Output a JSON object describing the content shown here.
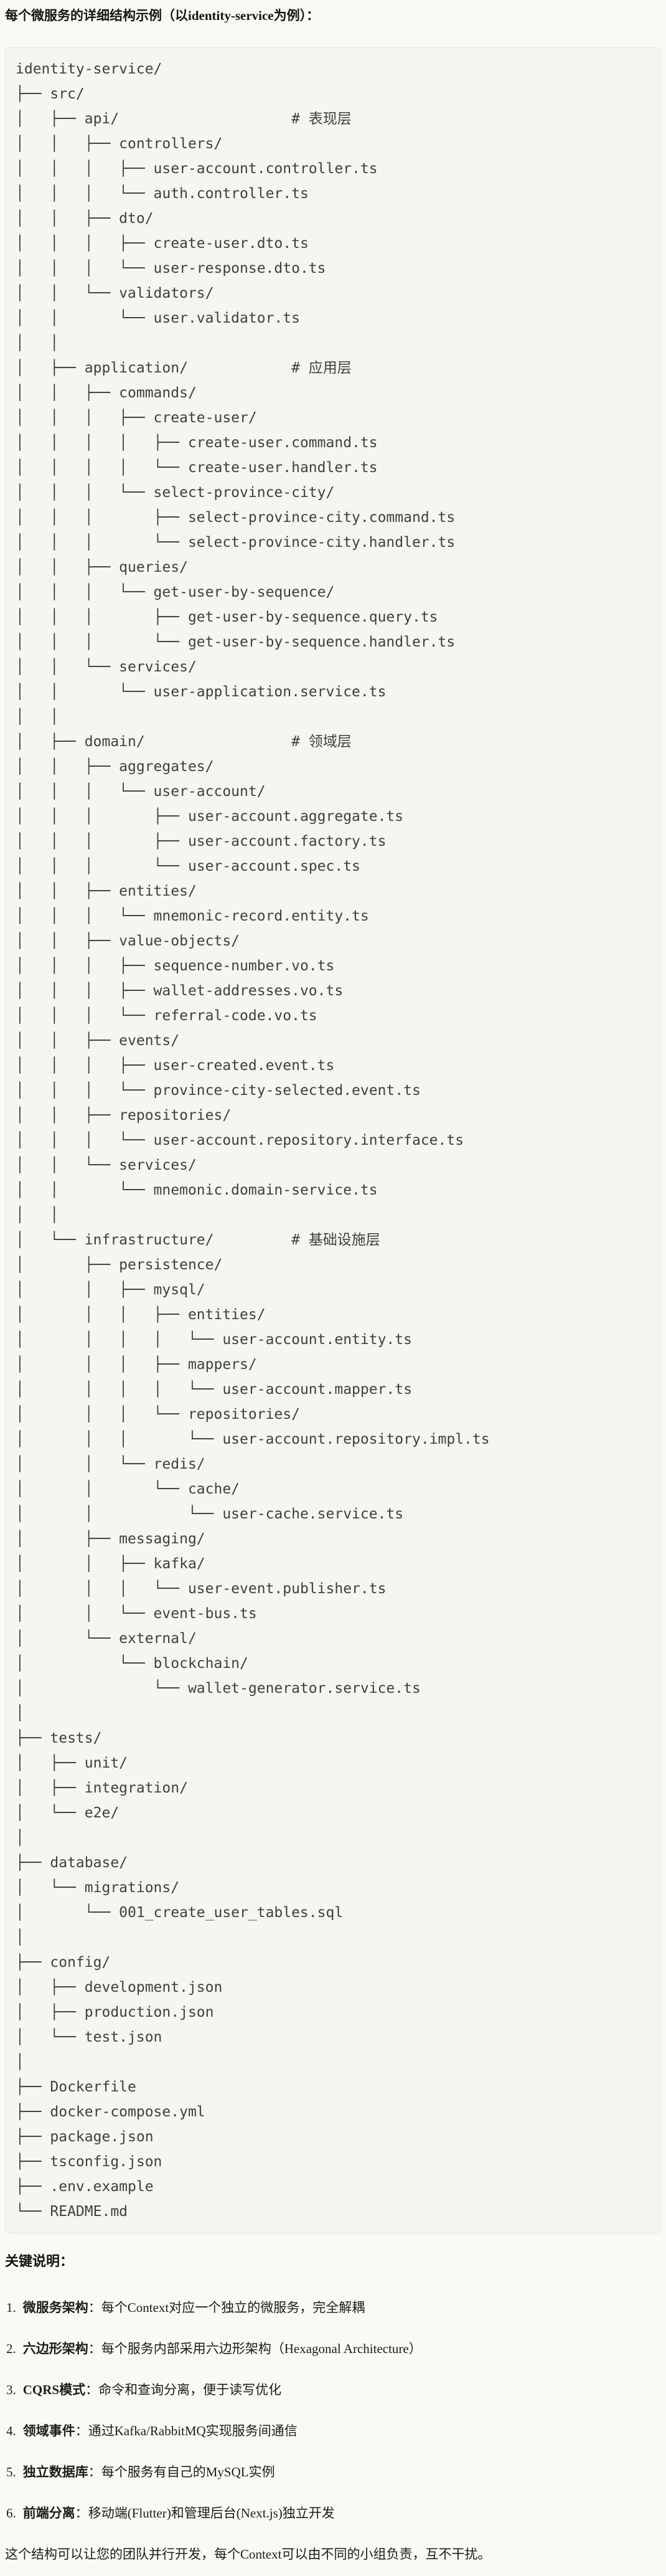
{
  "title": "每个微服务的详细结构示例（以identity-service为例）：",
  "tree": {
    "lines": [
      "identity-service/",
      "├── src/",
      "│   ├── api/                    # 表现层",
      "│   │   ├── controllers/",
      "│   │   │   ├── user-account.controller.ts",
      "│   │   │   └── auth.controller.ts",
      "│   │   ├── dto/",
      "│   │   │   ├── create-user.dto.ts",
      "│   │   │   └── user-response.dto.ts",
      "│   │   └── validators/",
      "│   │       └── user.validator.ts",
      "│   │",
      "│   ├── application/            # 应用层",
      "│   │   ├── commands/",
      "│   │   │   ├── create-user/",
      "│   │   │   │   ├── create-user.command.ts",
      "│   │   │   │   └── create-user.handler.ts",
      "│   │   │   └── select-province-city/",
      "│   │   │       ├── select-province-city.command.ts",
      "│   │   │       └── select-province-city.handler.ts",
      "│   │   ├── queries/",
      "│   │   │   └── get-user-by-sequence/",
      "│   │   │       ├── get-user-by-sequence.query.ts",
      "│   │   │       └── get-user-by-sequence.handler.ts",
      "│   │   └── services/",
      "│   │       └── user-application.service.ts",
      "│   │",
      "│   ├── domain/                 # 领域层",
      "│   │   ├── aggregates/",
      "│   │   │   └── user-account/",
      "│   │   │       ├── user-account.aggregate.ts",
      "│   │   │       ├── user-account.factory.ts",
      "│   │   │       └── user-account.spec.ts",
      "│   │   ├── entities/",
      "│   │   │   └── mnemonic-record.entity.ts",
      "│   │   ├── value-objects/",
      "│   │   │   ├── sequence-number.vo.ts",
      "│   │   │   ├── wallet-addresses.vo.ts",
      "│   │   │   └── referral-code.vo.ts",
      "│   │   ├── events/",
      "│   │   │   ├── user-created.event.ts",
      "│   │   │   └── province-city-selected.event.ts",
      "│   │   ├── repositories/",
      "│   │   │   └── user-account.repository.interface.ts",
      "│   │   └── services/",
      "│   │       └── mnemonic.domain-service.ts",
      "│   │",
      "│   └── infrastructure/         # 基础设施层",
      "│       ├── persistence/",
      "│       │   ├── mysql/",
      "│       │   │   ├── entities/",
      "│       │   │   │   └── user-account.entity.ts",
      "│       │   │   ├── mappers/",
      "│       │   │   │   └── user-account.mapper.ts",
      "│       │   │   └── repositories/",
      "│       │   │       └── user-account.repository.impl.ts",
      "│       │   └── redis/",
      "│       │       └── cache/",
      "│       │           └── user-cache.service.ts",
      "│       ├── messaging/",
      "│       │   ├── kafka/",
      "│       │   │   └── user-event.publisher.ts",
      "│       │   └── event-bus.ts",
      "│       └── external/",
      "│           └── blockchain/",
      "│               └── wallet-generator.service.ts",
      "│",
      "├── tests/",
      "│   ├── unit/",
      "│   ├── integration/",
      "│   └── e2e/",
      "│",
      "├── database/",
      "│   └── migrations/",
      "│       └── 001_create_user_tables.sql",
      "│",
      "├── config/",
      "│   ├── development.json",
      "│   ├── production.json",
      "│   └── test.json",
      "│",
      "├── Dockerfile",
      "├── docker-compose.yml",
      "├── package.json",
      "├── tsconfig.json",
      "├── .env.example",
      "└── README.md"
    ]
  },
  "notes": {
    "heading": "关键说明：",
    "colon": "：",
    "items": [
      {
        "num": "1.",
        "term": "微服务架构",
        "desc": "每个Context对应一个独立的微服务，完全解耦"
      },
      {
        "num": "2.",
        "term": "六边形架构",
        "desc": "每个服务内部采用六边形架构（Hexagonal Architecture）"
      },
      {
        "num": "3.",
        "term": "CQRS模式",
        "desc": "命令和查询分离，便于读写优化"
      },
      {
        "num": "4.",
        "term": "领域事件",
        "desc": "通过Kafka/RabbitMQ实现服务间通信"
      },
      {
        "num": "5.",
        "term": "独立数据库",
        "desc": "每个服务有自己的MySQL实例"
      },
      {
        "num": "6.",
        "term": "前端分离",
        "desc": "移动端(Flutter)和管理后台(Next.js)独立开发"
      }
    ],
    "footer": "这个结构可以让您的团队并行开发，每个Context可以由不同的小组负责，互不干扰。"
  }
}
